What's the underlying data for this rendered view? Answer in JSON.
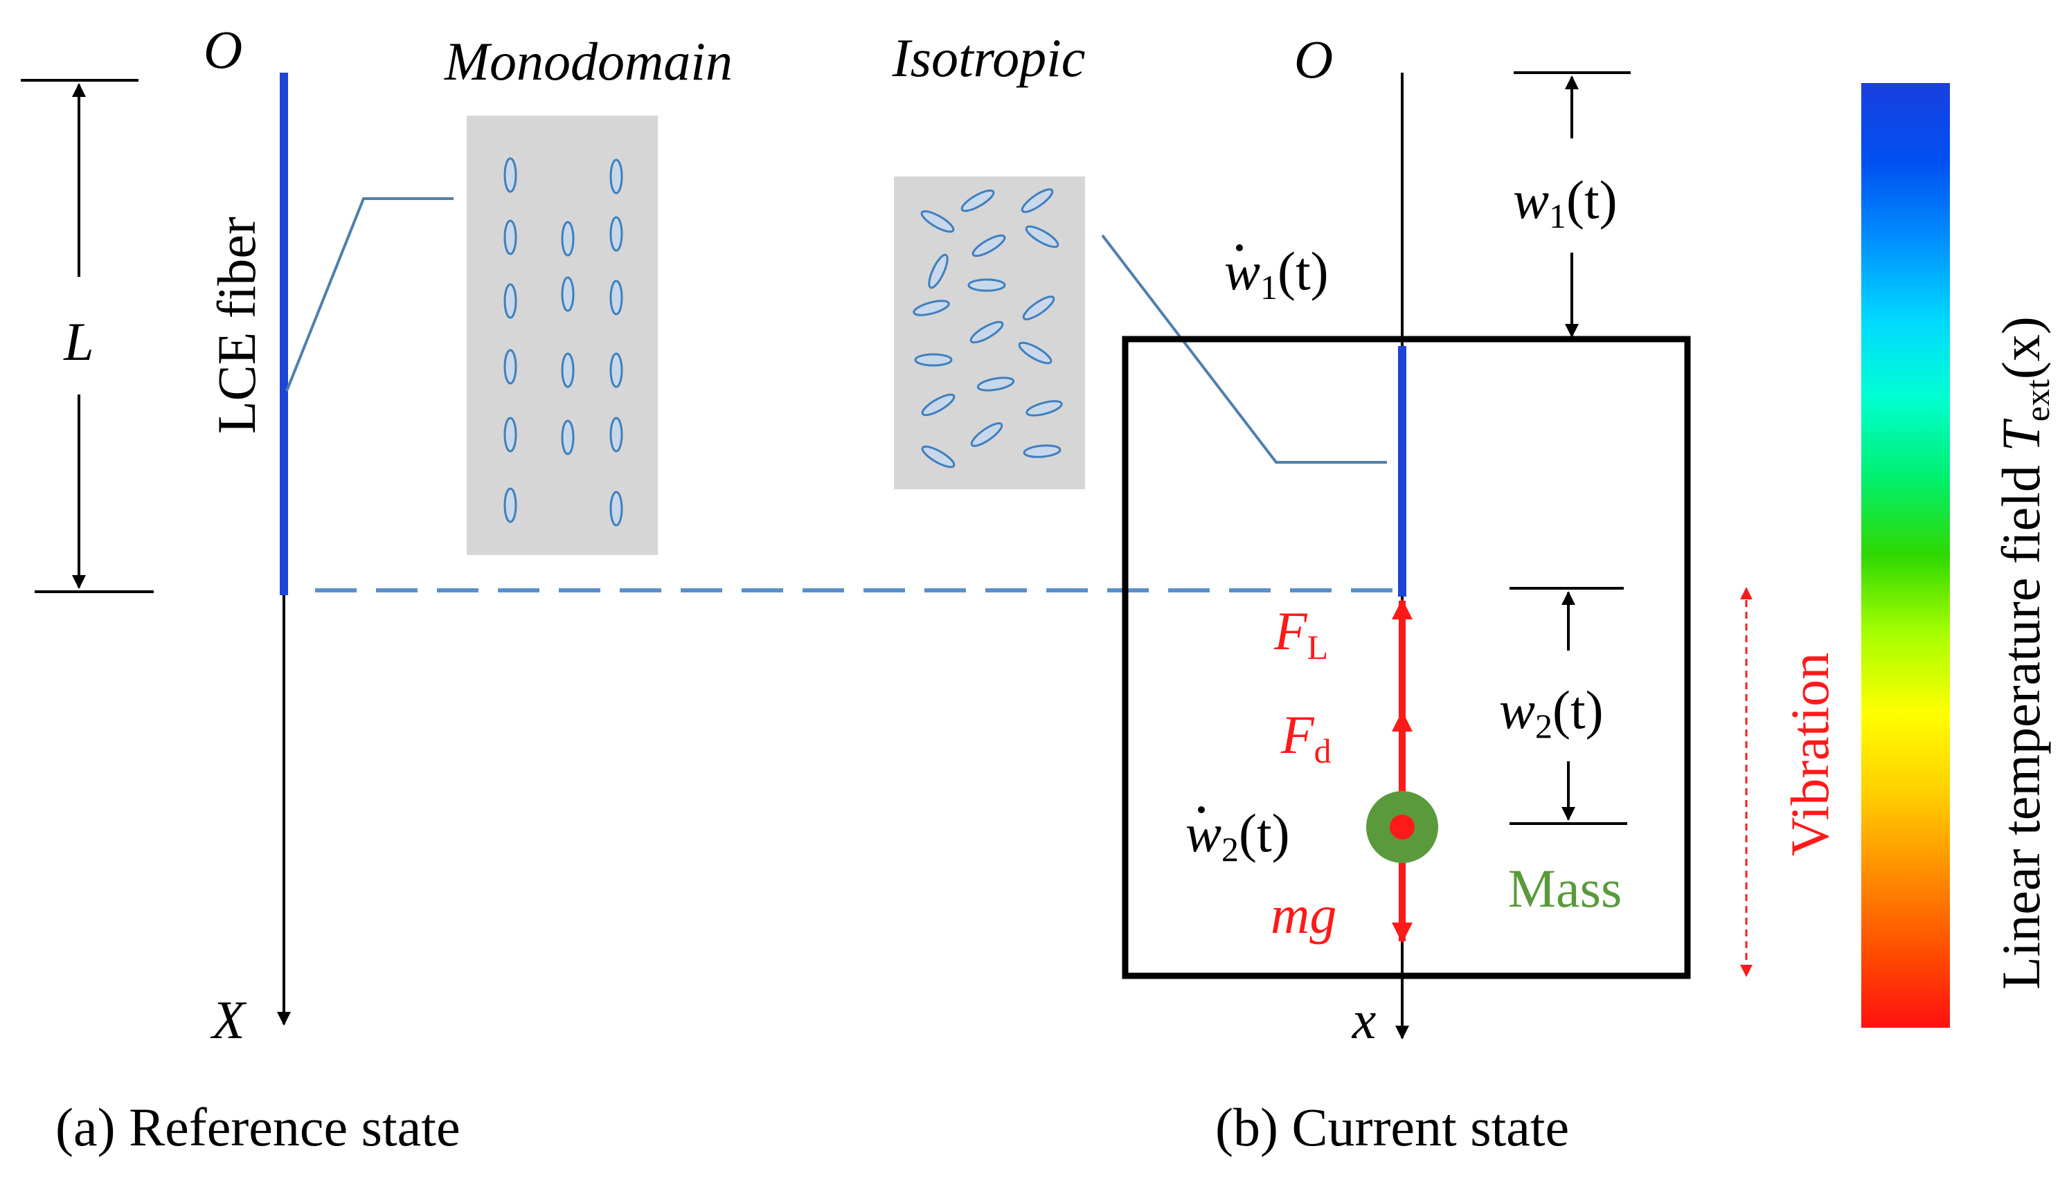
{
  "labels": {
    "origin_left": "O",
    "origin_right": "O",
    "length": "L",
    "fiber": "LCE fiber",
    "monodomain": "Monodomain",
    "isotropic": "Isotropic",
    "axis_X": "X",
    "axis_x": "x",
    "w1": {
      "main": "w",
      "sub": "1",
      "arg": "(t)"
    },
    "w1dot": {
      "main": "w",
      "sub": "1",
      "arg": "(t)"
    },
    "w2": {
      "main": "w",
      "sub": "2",
      "arg": "(t)"
    },
    "w2dot": {
      "main": "w",
      "sub": "2",
      "arg": "(t)"
    },
    "FL": {
      "main": "F",
      "sub": "L"
    },
    "Fd": {
      "main": "F",
      "sub": "d"
    },
    "mg": "mg",
    "mass": "Mass",
    "vibration": "Vibration",
    "colorbar_title": "Linear temperature field",
    "colorbar_symbol": {
      "main": "T",
      "sub": "ext",
      "arg": "(x)"
    },
    "caption_a": "(a) Reference state",
    "caption_b": "(b) Current state"
  },
  "colors": {
    "fiber": "#1f45d6",
    "dashed": "#5b8fc9",
    "force": "#ff1a1a",
    "mass": "#5a9a3c",
    "ellipse_stroke": "#3f7fbf",
    "ellipse_fill": "#c8d8ea",
    "panel": "#d6d6d6",
    "leader": "#4f7fae"
  },
  "colorbar": {
    "stops": [
      "#1a3fe0",
      "#0050f0",
      "#0090ff",
      "#00d8ff",
      "#00ffd0",
      "#00f070",
      "#30d800",
      "#a8ff00",
      "#ffff00",
      "#ffd000",
      "#ff9000",
      "#ff5000",
      "#ff1010"
    ]
  }
}
